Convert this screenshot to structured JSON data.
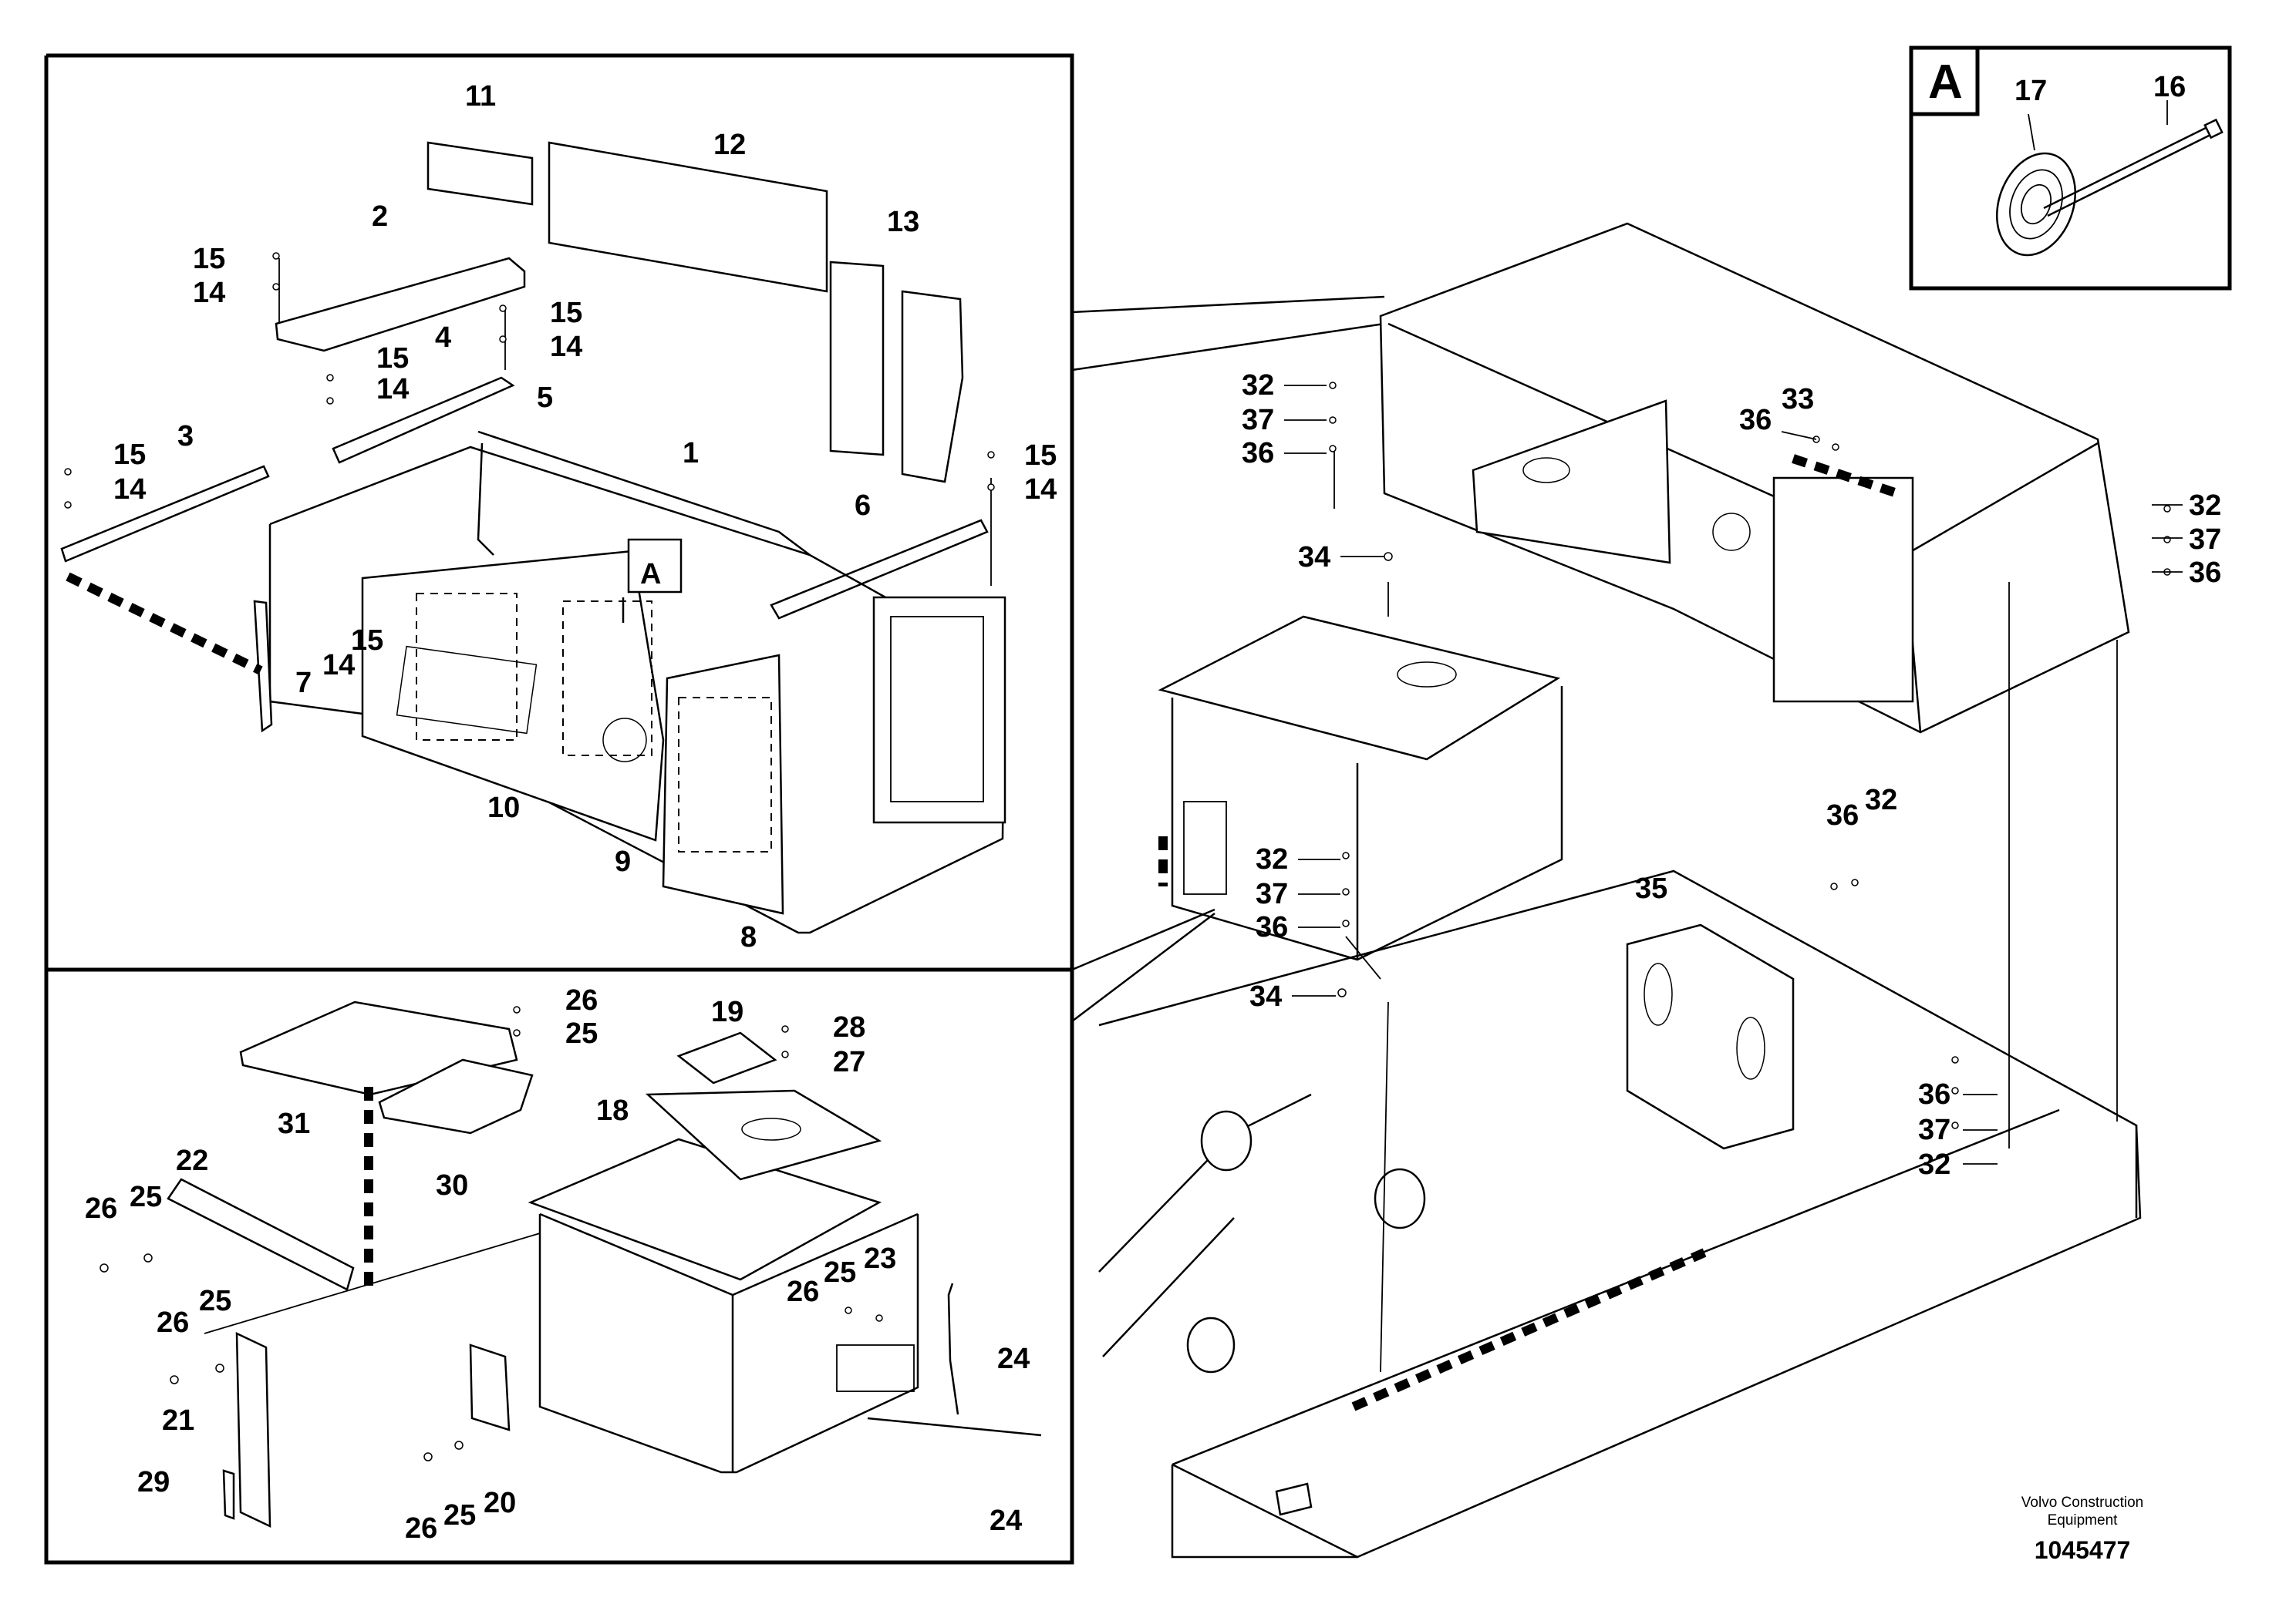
{
  "detail": {
    "letter": "A",
    "callouts": [
      "17",
      "16"
    ]
  },
  "callouts": {
    "top_left": [
      "11",
      "12",
      "13",
      "2",
      "15",
      "14",
      "15",
      "14",
      "15",
      "14",
      "4",
      "5",
      "15",
      "14",
      "3",
      "1",
      "15",
      "14",
      "6",
      "A",
      "15",
      "14",
      "7",
      "10",
      "9",
      "8"
    ],
    "bottom_left": [
      "26",
      "25",
      "19",
      "28",
      "27",
      "31",
      "30",
      "18",
      "22",
      "26",
      "25",
      "26",
      "25",
      "23",
      "26",
      "25",
      "21",
      "24",
      "29",
      "26",
      "25",
      "20",
      "24"
    ],
    "right": [
      "32",
      "37",
      "36",
      "36",
      "33",
      "34",
      "32",
      "37",
      "36",
      "32",
      "37",
      "36",
      "34",
      "36",
      "32",
      "35",
      "36",
      "37",
      "32"
    ]
  },
  "footer": {
    "manufacturer_line1": "Volvo Construction",
    "manufacturer_line2": "Equipment",
    "document_number": "1045477"
  }
}
